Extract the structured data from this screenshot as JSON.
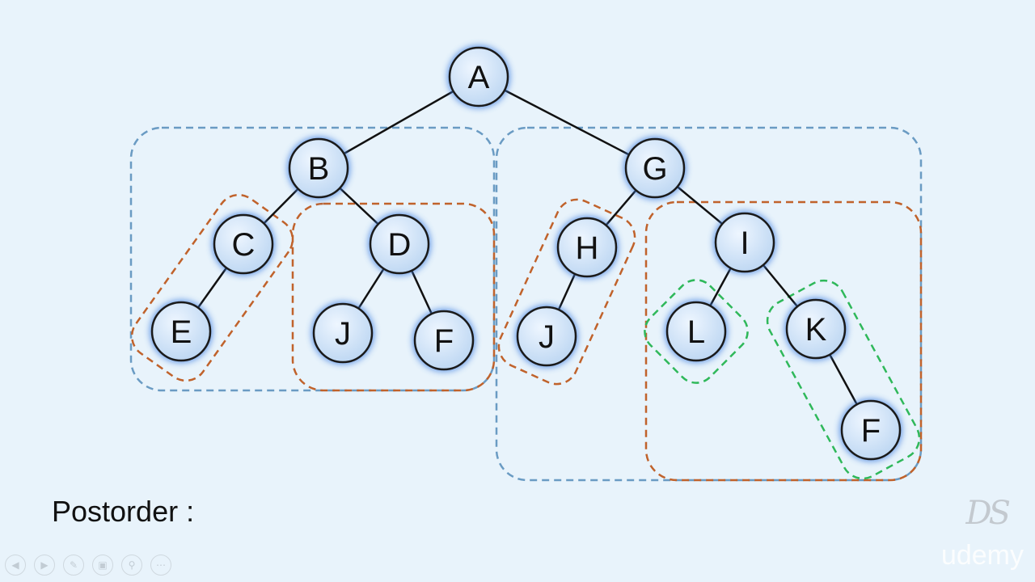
{
  "caption": "Postorder :",
  "watermark_text": "DS",
  "brand_text": "udemy",
  "colors": {
    "background": "#e8f3fb",
    "node_fill": "#cfe3f7",
    "node_stroke": "#1a1a1a",
    "node_glow": "#3f7fe0",
    "edge": "#111111",
    "subtree_blue": "#6a9bc3",
    "subtree_orange": "#c0622b",
    "subtree_green": "#2fb85a"
  },
  "nodes": [
    {
      "id": "A",
      "label": "A"
    },
    {
      "id": "B",
      "label": "B"
    },
    {
      "id": "G",
      "label": "G"
    },
    {
      "id": "C",
      "label": "C"
    },
    {
      "id": "D",
      "label": "D"
    },
    {
      "id": "E",
      "label": "E"
    },
    {
      "id": "J1",
      "label": "J"
    },
    {
      "id": "F1",
      "label": "F"
    },
    {
      "id": "H",
      "label": "H"
    },
    {
      "id": "I",
      "label": "I"
    },
    {
      "id": "J2",
      "label": "J"
    },
    {
      "id": "L",
      "label": "L"
    },
    {
      "id": "K",
      "label": "K"
    },
    {
      "id": "F2",
      "label": "F"
    }
  ],
  "edges": [
    [
      "A",
      "B"
    ],
    [
      "A",
      "G"
    ],
    [
      "B",
      "C"
    ],
    [
      "B",
      "D"
    ],
    [
      "C",
      "E"
    ],
    [
      "D",
      "J1"
    ],
    [
      "D",
      "F1"
    ],
    [
      "G",
      "H"
    ],
    [
      "G",
      "I"
    ],
    [
      "H",
      "J2"
    ],
    [
      "I",
      "L"
    ],
    [
      "I",
      "K"
    ],
    [
      "K",
      "F2"
    ]
  ],
  "subtree_outlines": [
    {
      "root": "B",
      "color": "subtree_blue"
    },
    {
      "root": "G",
      "color": "subtree_blue"
    },
    {
      "root": "C",
      "color": "subtree_orange"
    },
    {
      "root": "D",
      "color": "subtree_orange"
    },
    {
      "root": "H",
      "color": "subtree_orange"
    },
    {
      "root": "I",
      "color": "subtree_orange"
    },
    {
      "root": "L",
      "color": "subtree_green"
    },
    {
      "root": "K",
      "color": "subtree_green"
    }
  ],
  "toolbar": [
    {
      "name": "prev-slide",
      "icon": "back-arrow-icon"
    },
    {
      "name": "next-slide",
      "icon": "forward-arrow-icon"
    },
    {
      "name": "pen",
      "icon": "pen-icon"
    },
    {
      "name": "slides",
      "icon": "slides-icon"
    },
    {
      "name": "zoom",
      "icon": "magnifier-icon"
    },
    {
      "name": "more",
      "icon": "more-options-icon"
    }
  ]
}
